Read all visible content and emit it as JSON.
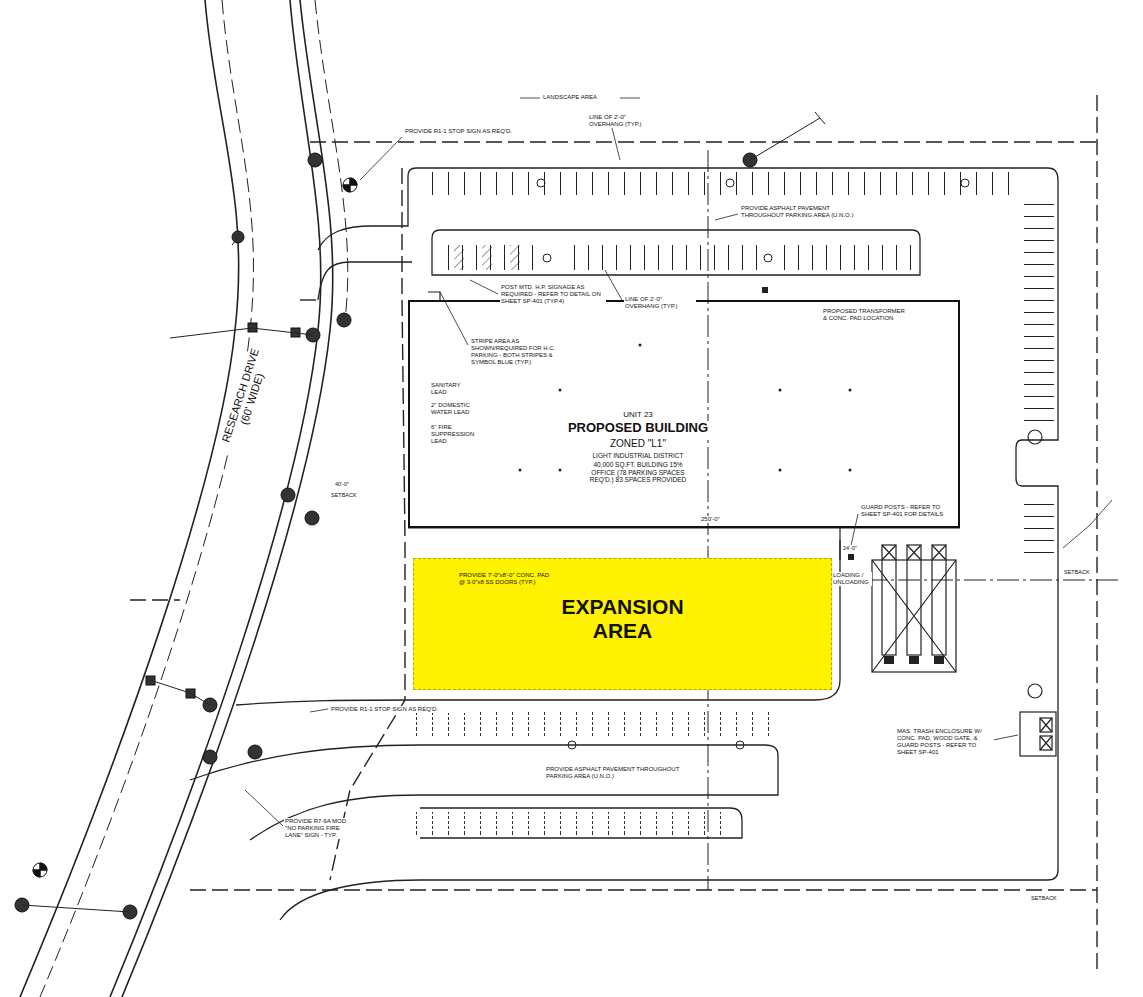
{
  "diagram": {
    "nodes": [
      {
        "text": [
          "UNIT 23",
          "PROPOSED BUILDING",
          "ZONED \"L1\"",
          "LIGHT INDUSTRIAL DISTRICT",
          "40,000 SQ.FT. BUILDING 15% OFFICE (78 PARKING SPACES REQ'D.) 83 SPACES PROVIDED"
        ]
      },
      {
        "text": [
          "EXPANSION AREA"
        ]
      }
    ],
    "labels": [
      "LANDSCAPE AREA",
      "PROVIDE R1-1 STOP SIGN AS REQ'D.",
      "LINE OF 2'-0\" OVERHANG (TYP.)",
      "PROVIDE ASPHALT PAVEMENT THROUGHOUT PARKING AREA (U.N.O.)",
      "POST MTD. H.P. SIGNAGE AS REQUIRED - REFER TO DETAIL ON SHEET SP-401 (TYP.4)",
      "LINE OF 2'-0\" OVERHANG (TYP.)",
      "STRIPE AREA AS SHOWN/REQUIRED FOR H.C. PARKING - BOTH STRIPES & SYMBOL BLUE (TYP.)",
      "PROPOSED TRANSFORMER & CONC. PAD LOCATION",
      "SANITARY LEAD",
      "2\" DOMESTIC WATER LEAD",
      "6\" FIRE SUPPRESSION LEAD",
      "RESEARCH DRIVE (60' WIDE)",
      "SETBACK",
      "40'-0\"",
      "GUARD POSTS - REFER TO SHEET SP-401 FOR DETAILS",
      "250'-0\"",
      "PROVIDE 7'-0\"x8'-0\" CONC. PAD @ 3-0\"x8 SS DOORS (TYP.)",
      "LOADING / UNLOADING",
      "24'-0\"",
      "SETBACK",
      "PROVIDE R1-1 STOP SIGN AS REQ'D.",
      "PROVIDE ASPHALT PAVEMENT THROUGHOUT PARKING AREA (U.N.O.)",
      "PROVIDE R7-9A MOD \"NO PARKING FIRE LANE\" SIGN - TYP.",
      "MAS. TRASH ENCLOSURE W/ CONC. PAD, WOOD GATE, & GUARD POSTS - REFER TO SHEET SP-401",
      "SETBACK"
    ]
  }
}
